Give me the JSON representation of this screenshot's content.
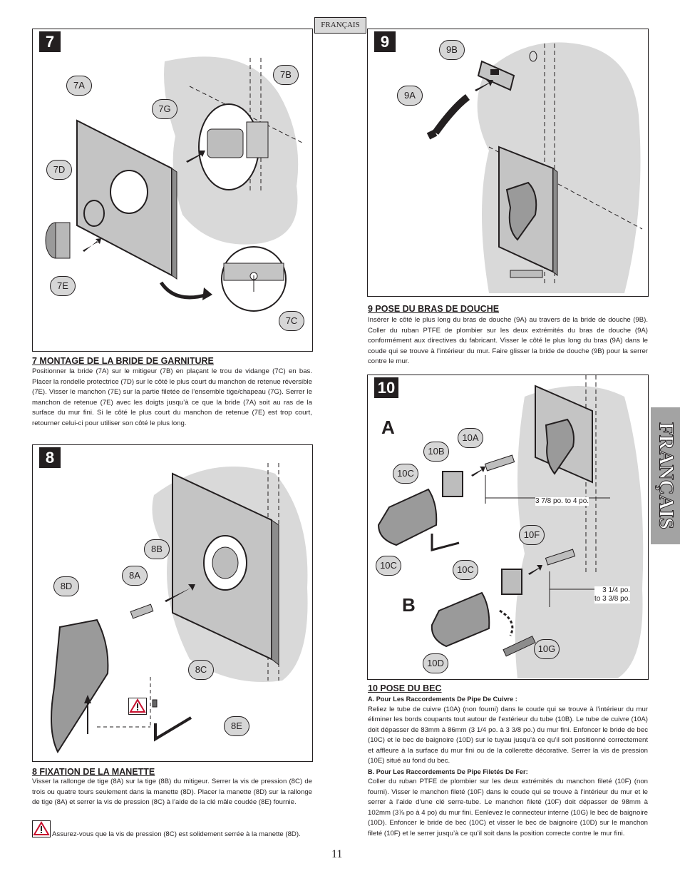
{
  "header": {
    "language_tab": "FRANÇAIS",
    "side_tab": "FRANÇAIS",
    "page_number": "11"
  },
  "step7": {
    "number": "7",
    "callouts": [
      "7A",
      "7B",
      "7G",
      "7D",
      "7E",
      "7C"
    ],
    "heading": "7  MONTAGE DE LA BRIDE DE GARNITURE",
    "text": "Positionner la bride (7A) sur le mitigeur (7B) en plaçant le trou de vidange (7C) en bas. Placer la rondelle protectrice (7D) sur le côté le plus court du manchon de retenue réversible (7E). Visser le manchon (7E) sur la partie filetée de l’ensemble tige/chapeau (7G). Serrer le manchon de retenue (7E) avec les doigts jusqu’à ce que la bride (7A) soit au ras de la surface du mur fini. Si le côté le plus court du manchon de retenue (7E) est trop court, retourner celui-ci pour utiliser son côté le plus long."
  },
  "step8": {
    "number": "8",
    "callouts": [
      "8B",
      "8A",
      "8D",
      "8C",
      "8E"
    ],
    "heading": "8  FIXATION DE LA MANETTE",
    "text": "Visser la rallonge de tige (8A) sur la tige (8B) du mitigeur. Serrer la vis de pression (8C) de trois ou quatre tours seulement dans la manette (8D). Placer la manette (8D) sur la rallonge de tige (8A) et serrer la vis de pression (8C) à l’aide de la clé mâle coudée (8E) fournie.",
    "warning": "Assurez-vous que la vis de pression (8C) est solidement serrée à la manette (8D)."
  },
  "step9": {
    "number": "9",
    "callouts": [
      "9B",
      "9A"
    ],
    "heading": "9  POSE DU BRAS DE DOUCHE",
    "text": "Insérer le côté le plus long du bras de douche (9A) au travers de la bride de douche (9B). Coller du ruban PTFE de plombier sur les deux extrémités du bras de douche (9A) conformément aux directives du fabricant. Visser le côté le plus long du bras (9A) dans le coude qui se trouve à l’intérieur du mur. Faire glisser la bride de douche (9B) pour la serrer contre le mur."
  },
  "step10": {
    "number": "10",
    "label_a": "A",
    "label_b": "B",
    "callouts": [
      "10A",
      "10B",
      "10C",
      "10F",
      "10C",
      "10C",
      "10G",
      "10D"
    ],
    "dim_a": "3 7/8 po. to 4 po.",
    "dim_b1": "3 1/4 po.",
    "dim_b2": "to 3 3/8 po.",
    "heading": "10  POSE DU BEC",
    "sub_a": "A.  Pour Les Raccordements De Pipe De Cuivre :",
    "text_a": "Reliez le tube de cuivre (10A) (non fourni) dans le coude qui se trouve à l’intérieur du mur éliminer les bords coupants tout autour de l’extérieur du tube (10B). Le tube de cuivre (10A) doit dépasser de 83mm à 86mm (3 1/4 po. à 3 3/8 po.) du mur fini. Enfoncer le bride de bec (10C) et le bec de baignoire (10D) sur le tuyau jusqu’à ce qu’il soit positionné correctement et affleure à la surface du mur fini ou de la collerette décorative.  Serrer la vis de pression (10E) situé au fond du bec.",
    "sub_b": "B.  Pour Les Raccordements De Pipe Filetés De Fer:",
    "text_b": "Coller du ruban PTFE de plombier sur les deux extrémités du manchon fileté (10F) (non fourni). Visser le manchon fileté (10F) dans le coude qui se trouve à l’intérieur du mur et le serrer à l’aide d’une clé serre-tube. Le manchon fileté (10F) doit dépasser de 98mm à 102mm (3⅞ po à 4 po) du mur fini. Eenlevez le connecteur interne (10G) le bec de baignoire (10D). Enfoncer le bride de bec (10C) et visser le bec de baignoire (10D) sur le manchon fileté (10F) et le serrer jusqu’à ce qu’il soit dans la position correcte contre le mur fini."
  },
  "colors": {
    "ink": "#231f20",
    "wall": "#d9d9d9",
    "callout": "#d6d6d6",
    "tab": "#a3a3a3"
  },
  "icons": [
    "warning-triangle-icon",
    "arrow-icon",
    "hex-key-icon"
  ]
}
